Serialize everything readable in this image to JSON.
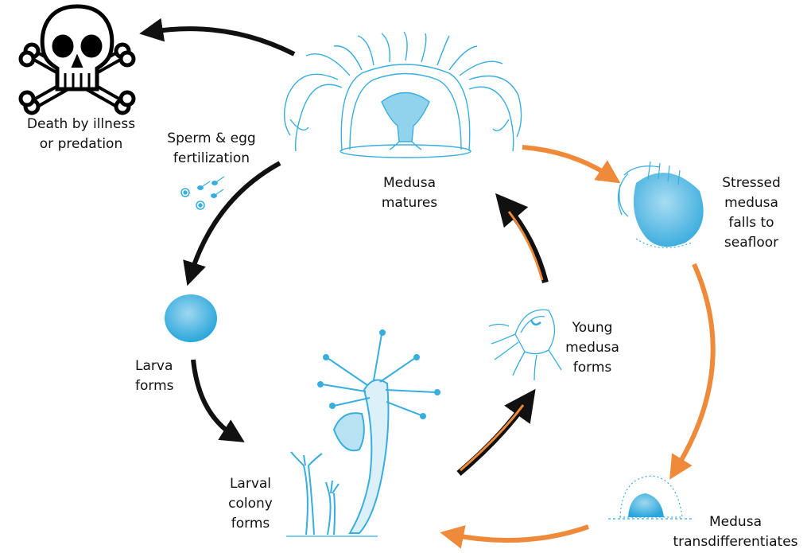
{
  "colors": {
    "natural_arrow": "#111111",
    "reverse_arrow": "#ee8a3a",
    "organism": "#37aede",
    "skull": "#000000"
  },
  "labels": {
    "death": [
      "Death by illness",
      "or predation"
    ],
    "fertilization": [
      "Sperm & egg",
      "fertilization"
    ],
    "medusa_matures": [
      "Medusa",
      "matures"
    ],
    "stressed": [
      "Stressed",
      "medusa",
      "falls to",
      "seafloor"
    ],
    "young_medusa": [
      "Young",
      "medusa",
      "forms"
    ],
    "larva": [
      "Larva",
      "forms"
    ],
    "colony": [
      "Larval",
      "colony",
      "forms"
    ],
    "transdiff": [
      "Medusa",
      "transdifferentiates"
    ]
  },
  "icons": {
    "death": "skull-crossbones-icon",
    "sperm_egg": "sperm-egg-icon"
  }
}
